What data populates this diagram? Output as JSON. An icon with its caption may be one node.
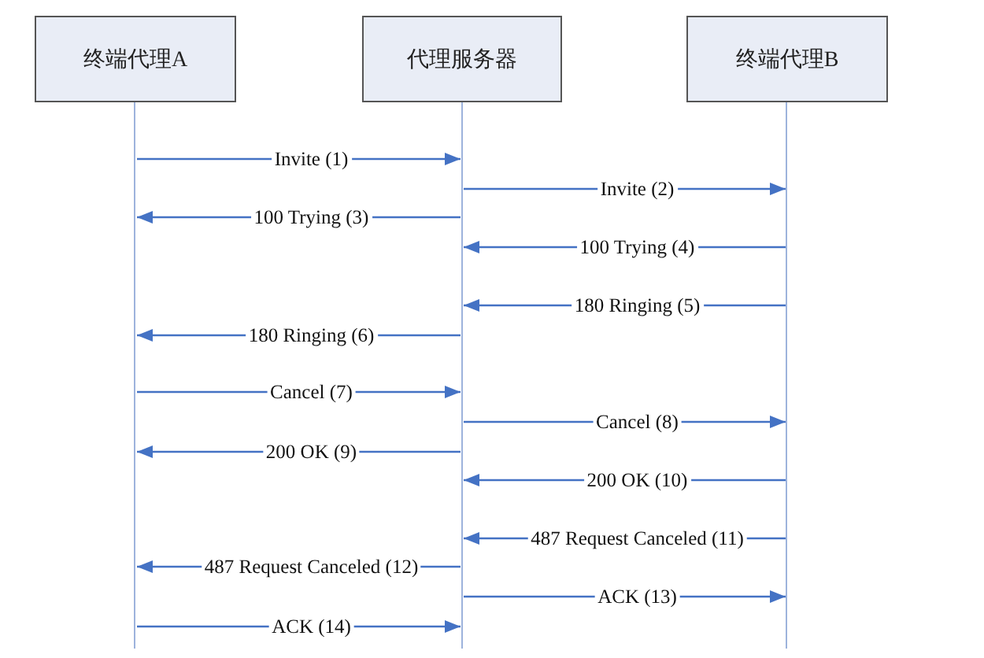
{
  "diagram": {
    "nodes": [
      {
        "text": [
          "终端代理A"
        ]
      },
      {
        "text": [
          "代理服务器"
        ]
      },
      {
        "text": [
          "终端代理B"
        ]
      },
      {
        "text": [],
        "shape": "line"
      },
      {
        "text": [],
        "shape": "line"
      },
      {
        "text": [],
        "shape": "line"
      }
    ],
    "edges": [
      {
        "from": 3,
        "to": 4,
        "arrow": "to",
        "label": "Invite (1)"
      },
      {
        "from": 4,
        "to": 5,
        "arrow": "to",
        "label": "Invite (2)"
      },
      {
        "from": 4,
        "to": 3,
        "arrow": "to",
        "label": "100 Trying (3)"
      },
      {
        "from": 5,
        "to": 4,
        "arrow": "to",
        "label": "100 Trying (4)"
      },
      {
        "from": 5,
        "to": 4,
        "arrow": "to",
        "label": "180 Ringing (5)"
      },
      {
        "from": 4,
        "to": 3,
        "arrow": "to",
        "label": "180 Ringing (6)"
      },
      {
        "from": 3,
        "to": 4,
        "arrow": "to",
        "label": "Cancel (7)"
      },
      {
        "from": 4,
        "to": 5,
        "arrow": "to",
        "label": "Cancel (8)"
      },
      {
        "from": 4,
        "to": 3,
        "arrow": "to",
        "label": "200 OK (9)"
      },
      {
        "from": 5,
        "to": 4,
        "arrow": "to",
        "label": "200 OK (10)"
      },
      {
        "from": 5,
        "to": 4,
        "arrow": "to",
        "label": "487 Request Canceled (11)"
      },
      {
        "from": 4,
        "to": 3,
        "arrow": "to",
        "label": "487 Request Canceled (12)"
      },
      {
        "from": 4,
        "to": 5,
        "arrow": "to",
        "label": "ACK (13)"
      },
      {
        "from": 3,
        "to": 4,
        "arrow": "to",
        "label": "ACK (14)"
      }
    ]
  }
}
